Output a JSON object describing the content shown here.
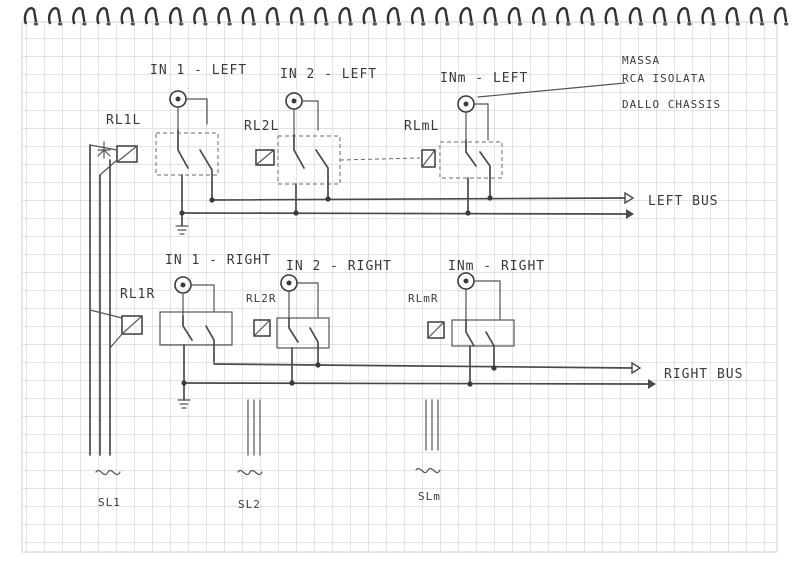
{
  "labels": {
    "in1_left": "IN 1 - LEFT",
    "in2_left": "IN 2 - LEFT",
    "inm_left": "INm - LEFT",
    "note_line1": "MASSA",
    "note_line2": "RCA ISOLATA",
    "note_line3": "DALLO CHASSIS",
    "rl1l": "RL1L",
    "rl2l": "RL2L",
    "rlml": "RLmL",
    "left_bus": "LEFT BUS",
    "in1_right": "IN 1 - RIGHT",
    "in2_right": "IN 2 - RIGHT",
    "inm_right": "INm - RIGHT",
    "rl1r": "RL1R",
    "rl2r": "RL2R",
    "rlmr": "RLmR",
    "right_bus": "RIGHT BUS",
    "sl1": "SL1",
    "sl2": "SL2",
    "slm": "SLm"
  },
  "colors": {
    "paper": "#ffffff",
    "grid": "#c8c8c8",
    "ink": "#3a3a3a",
    "ring_binding": "#333333"
  }
}
